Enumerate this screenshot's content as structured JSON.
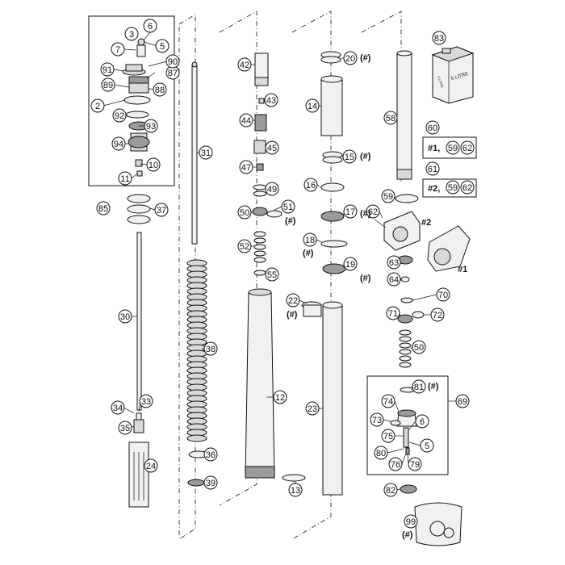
{
  "diagram": {
    "callouts": [
      {
        "label": "2"
      },
      {
        "label": "3"
      },
      {
        "label": "5"
      },
      {
        "label": "6"
      },
      {
        "label": "7"
      },
      {
        "label": "10"
      },
      {
        "label": "11"
      },
      {
        "label": "12"
      },
      {
        "label": "13"
      },
      {
        "label": "14"
      },
      {
        "label": "15"
      },
      {
        "label": "16"
      },
      {
        "label": "17"
      },
      {
        "label": "18"
      },
      {
        "label": "19"
      },
      {
        "label": "20"
      },
      {
        "label": "22"
      },
      {
        "label": "23"
      },
      {
        "label": "24"
      },
      {
        "label": "30"
      },
      {
        "label": "31"
      },
      {
        "label": "33"
      },
      {
        "label": "34"
      },
      {
        "label": "35"
      },
      {
        "label": "36"
      },
      {
        "label": "37"
      },
      {
        "label": "38"
      },
      {
        "label": "39"
      },
      {
        "label": "42"
      },
      {
        "label": "43"
      },
      {
        "label": "44"
      },
      {
        "label": "45"
      },
      {
        "label": "47"
      },
      {
        "label": "49"
      },
      {
        "label": "50"
      },
      {
        "label": "51"
      },
      {
        "label": "52"
      },
      {
        "label": "55"
      },
      {
        "label": "58"
      },
      {
        "label": "59"
      },
      {
        "label": "60"
      },
      {
        "label": "61"
      },
      {
        "label": "62"
      },
      {
        "label": "63"
      },
      {
        "label": "64"
      },
      {
        "label": "70"
      },
      {
        "label": "71"
      },
      {
        "label": "72"
      },
      {
        "label": "50"
      },
      {
        "label": "69"
      },
      {
        "label": "81"
      },
      {
        "label": "74"
      },
      {
        "label": "73"
      },
      {
        "label": "75"
      },
      {
        "label": "6"
      },
      {
        "label": "5"
      },
      {
        "label": "80"
      },
      {
        "label": "76"
      },
      {
        "label": "79"
      },
      {
        "label": "82"
      },
      {
        "label": "83"
      },
      {
        "label": "85"
      },
      {
        "label": "87"
      },
      {
        "label": "88"
      },
      {
        "label": "89"
      },
      {
        "label": "90"
      },
      {
        "label": "91"
      },
      {
        "label": "92"
      },
      {
        "label": "93"
      },
      {
        "label": "94"
      },
      {
        "label": "99"
      }
    ],
    "tags": [
      {
        "text": "(#)"
      },
      {
        "text": "(#)"
      },
      {
        "text": "(#)"
      },
      {
        "text": "(#)"
      },
      {
        "text": "(#)"
      },
      {
        "text": "(#)"
      },
      {
        "text": "(#)"
      },
      {
        "text": "(#)"
      },
      {
        "text": "(#)"
      },
      {
        "text": "(#)"
      },
      {
        "text": "#2"
      },
      {
        "text": "#1"
      }
    ],
    "kits": [
      {
        "prefix": "#1,",
        "refs": [
          "59",
          "62"
        ]
      },
      {
        "prefix": "#2,",
        "refs": [
          "59",
          "62"
        ]
      }
    ],
    "oil_can": {
      "label": "5 LITRE",
      "side_label": "5 LITRE"
    }
  }
}
